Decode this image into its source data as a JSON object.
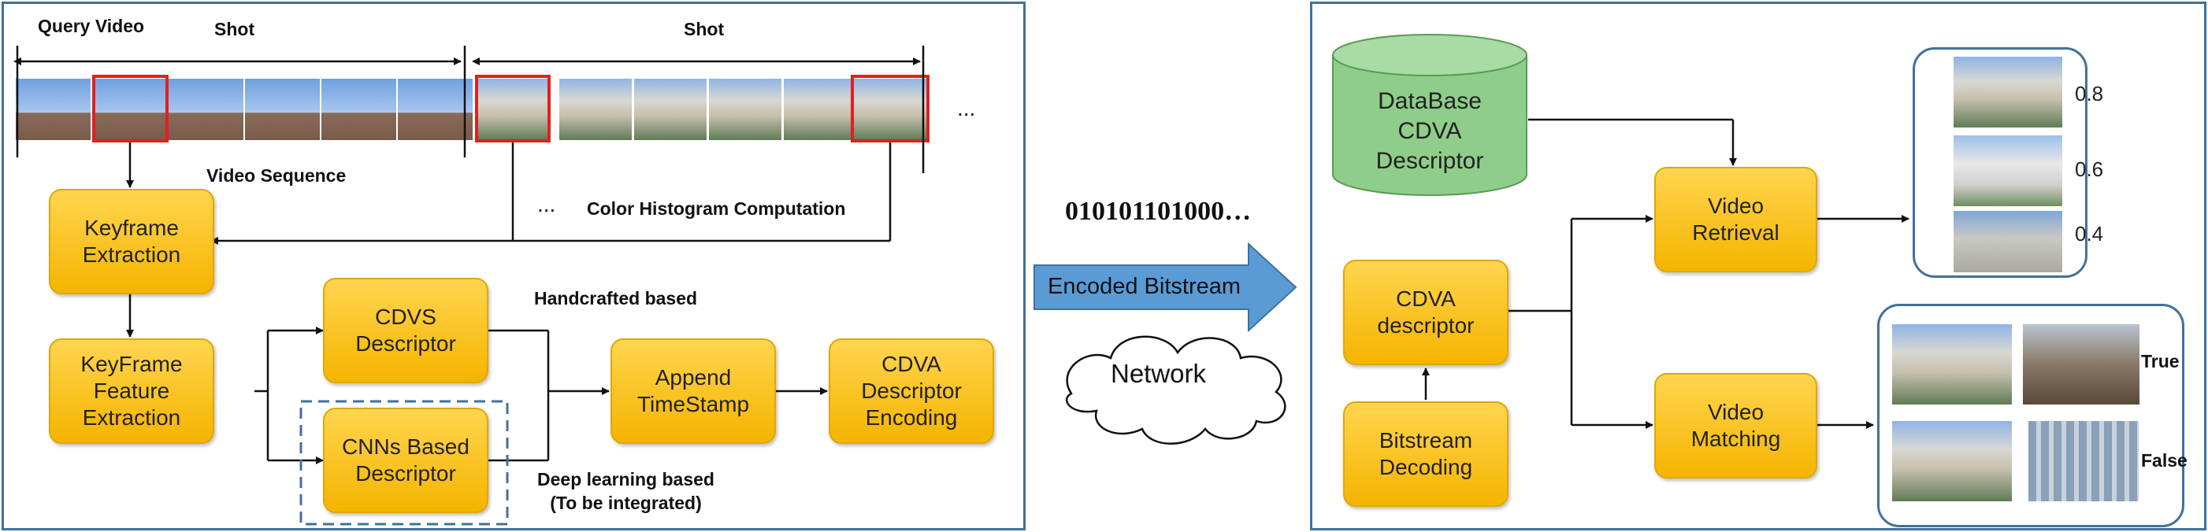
{
  "left": {
    "query_video": "Query Video",
    "shot1": "Shot",
    "shot2": "Shot",
    "ellipsis_right": "...",
    "video_sequence": "Video Sequence",
    "ellipsis_mid": "...",
    "color_hist": "Color Histogram Computation",
    "keyframe_extraction": "Keyframe\nExtraction",
    "keyframe_feature": "KeyFrame\nFeature\nExtraction",
    "cdvs": "CDVS\nDescriptor",
    "cnns": "CNNs Based\nDescriptor",
    "handcrafted": "Handcrafted based",
    "deep": "Deep learning based\n(To be integrated)",
    "append": "Append\nTimeStamp",
    "encoding": "CDVA\nDescriptor\nEncoding"
  },
  "middle": {
    "bits": "010101101000…",
    "encoded": "Encoded Bitstream",
    "network": "Network"
  },
  "right": {
    "database": "DataBase\nCDVA\nDescriptor",
    "cdva_descriptor": "CDVA\ndescriptor",
    "bitstream_decoding": "Bitstream\nDecoding",
    "retrieval": "Video\nRetrieval",
    "matching": "Video\nMatching",
    "scores": [
      "0.8",
      "0.6",
      "0.4"
    ],
    "true_label": "True",
    "false_label": "False"
  },
  "colors": {
    "box_fill": "#f5b400",
    "panel_border": "#41719c",
    "db_fill": "#8fce8a",
    "arrow_fill": "#5b9bd5",
    "highlight": "#e02020"
  }
}
